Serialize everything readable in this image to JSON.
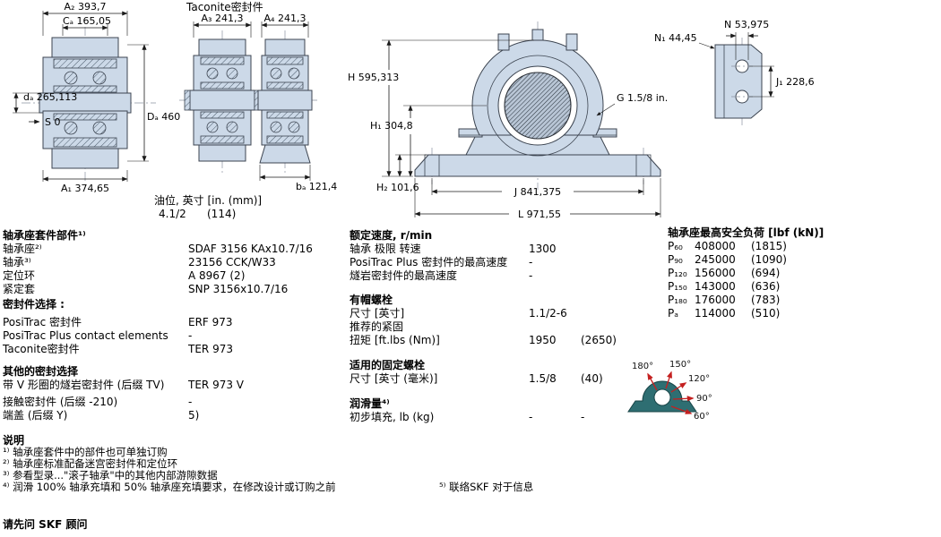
{
  "colors": {
    "part_fill": "#ccd9e8",
    "outline": "#3c4450",
    "icon_teal": "#2e6e72",
    "arrow_red": "#c42020"
  },
  "drawing": {
    "taconite_title": "Taconite密封件",
    "oil_line1": "油位, 英寸 [in. (mm)]",
    "oil_val_in": "4.1/2",
    "oil_val_mm": "(114)",
    "dims": {
      "a2": "A₂ 393,7",
      "ca": "Cₐ 165,05",
      "da": "dₐ 265,113",
      "s": "S 0",
      "Da": "Dₐ 460",
      "a1": "A₁ 374,65",
      "a3": "A₃ 241,3",
      "a4": "A₄ 241,3",
      "ba": "bₐ 121,4",
      "H": "H 595,313",
      "H1": "H₁ 304,8",
      "H2": "H₂ 101,6",
      "J": "J 841,375",
      "L": "L 971,55",
      "G": "G 1.5/8 in.",
      "N1": "N₁ 44,45",
      "N": "N 53,975",
      "J1": "J₁ 228,6"
    },
    "load_angles": [
      "180°",
      "150°",
      "120°",
      "90°",
      "60°"
    ]
  },
  "parts": {
    "title": "轴承座套件部件¹⁾",
    "rows": [
      {
        "label": "轴承座²⁾",
        "value": "SDAF 3156 KAx10.7/16"
      },
      {
        "label": "轴承³⁾",
        "value": "23156 CCK/W33"
      },
      {
        "label": "定位环",
        "value": "A 8967 (2)"
      },
      {
        "label": "紧定套",
        "value": "SNP 3156x10.7/16"
      }
    ],
    "seal_title": "密封件选择 :",
    "seal_rows": [
      {
        "label": "PosiTrac 密封件",
        "value": "ERF 973"
      },
      {
        "label": "PosiTrac Plus contact elements",
        "value": "-"
      },
      {
        "label": "Taconite密封件",
        "value": "TER 973"
      }
    ],
    "other_title": "其他的密封选择",
    "other_rows": [
      {
        "label": "带 V 形圈的燧岩密封件 (后缀 TV)",
        "value": "TER 973 V"
      },
      {
        "label": "接触密封件 (后缀 -210)",
        "value": "-"
      },
      {
        "label": "端盖 (后缀 Y)",
        "value": "5)"
      }
    ]
  },
  "speeds": {
    "title": "额定速度, r/min",
    "rows": [
      {
        "label": "轴承 极限 转速",
        "value": "1300"
      },
      {
        "label": "PosiTrac Plus 密封件的最高速度",
        "value": "-"
      },
      {
        "label": "燧岩密封件的最高速度",
        "value": "-"
      }
    ],
    "cap_bolts_title": "有帽螺栓",
    "cap_bolts_rows": [
      {
        "label": "尺寸 [英寸]",
        "value": "1.1/2-6",
        "value2": ""
      },
      {
        "label": "推荐的紧固",
        "value": "",
        "value2": ""
      },
      {
        "label": "扭矩 [ft.lbs (Nm)]",
        "value": "1950",
        "value2": "(2650)"
      }
    ],
    "foundation_title": "适用的固定螺栓",
    "foundation_rows": [
      {
        "label": "尺寸 [英寸 (毫米)]",
        "value": "1.5/8",
        "value2": "(40)"
      }
    ],
    "grease_title": "润滑量⁴⁾",
    "grease_rows": [
      {
        "label": "初步填充, lb (kg)",
        "value": "-",
        "value2": "-"
      }
    ]
  },
  "loads": {
    "title": "轴承座最高安全负荷 [lbf (kN)]",
    "rows": [
      {
        "label": "P₆₀",
        "value": "408000",
        "value2": "(1815)"
      },
      {
        "label": "P₉₀",
        "value": "245000",
        "value2": "(1090)"
      },
      {
        "label": "P₁₂₀",
        "value": "156000",
        "value2": "(694)"
      },
      {
        "label": "P₁₅₀",
        "value": "143000",
        "value2": "(636)"
      },
      {
        "label": "P₁₈₀",
        "value": "176000",
        "value2": "(783)"
      },
      {
        "label": "Pₐ",
        "value": "114000",
        "value2": "(510)"
      }
    ]
  },
  "notes": {
    "title": "说明",
    "items": [
      "¹⁾ 轴承座套件中的部件也可单独订购",
      "²⁾ 轴承座标准配备迷宫密封件和定位环",
      "³⁾ 参看型录...\"滚子轴承\"中的其他内部游隙数据",
      "⁴⁾ 润滑 100% 轴承充填和 50% 轴承座充填要求，在修改设计或订购之前"
    ],
    "note5": "⁵⁾ 联络SKF 对于信息",
    "footer": "请先问 SKF 顾问"
  }
}
